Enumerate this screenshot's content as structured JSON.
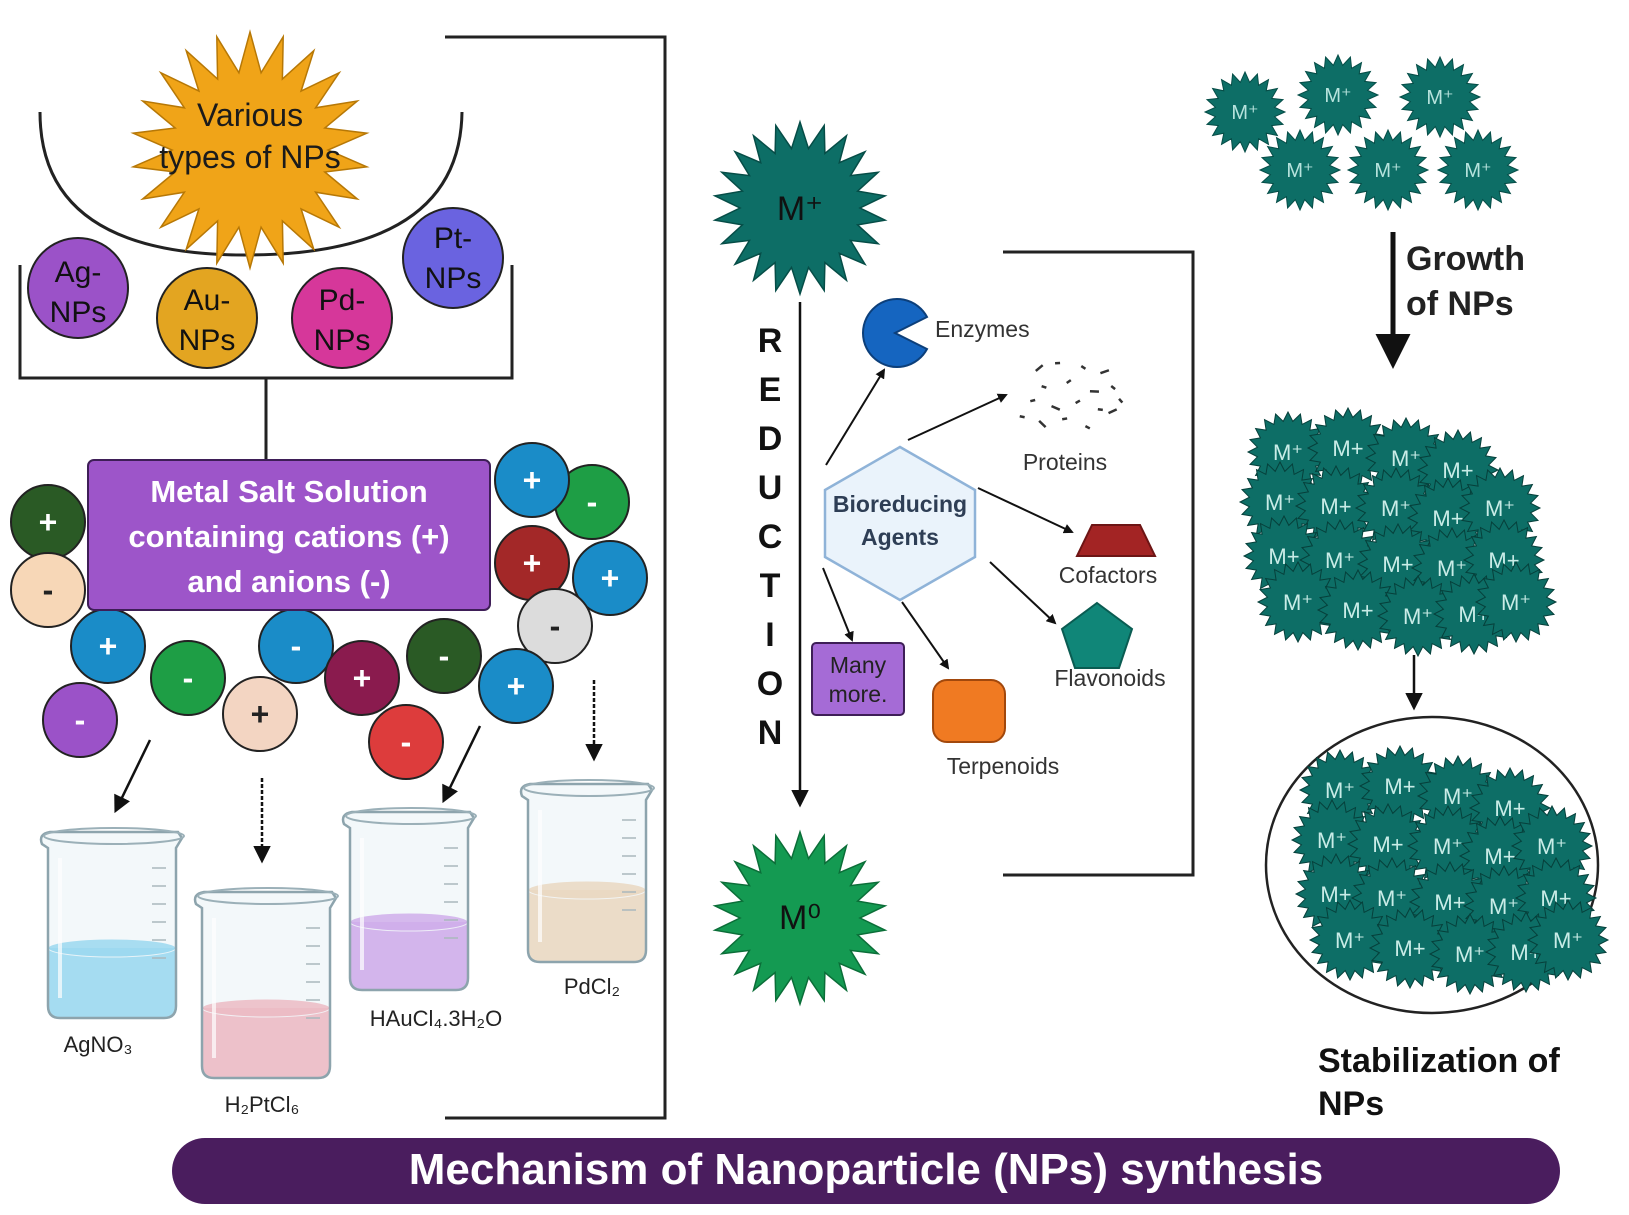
{
  "title": "Mechanism of Nanoparticle (NPs) synthesis",
  "colors": {
    "accent_purple": "#4a1d5e",
    "teal": "#0d6e66",
    "green_star": "#149a52",
    "gold_star": "#f0a418",
    "violet_box": "#9d55c9"
  },
  "center_star": {
    "line1": "Various",
    "line2": "types of NPs"
  },
  "nps": [
    {
      "line1": "Ag-",
      "line2": "NPs",
      "color": "#9b52c8"
    },
    {
      "line1": "Au-",
      "line2": "NPs",
      "color": "#e3a521"
    },
    {
      "line1": "Pd-",
      "line2": "NPs",
      "color": "#d6379a"
    },
    {
      "line1": "Pt-",
      "line2": "NPs",
      "color": "#6a63e0"
    }
  ],
  "salt_box": {
    "line1": "Metal Salt Solution",
    "line2": "containing cations (+)",
    "line3": "and anions (-)"
  },
  "ions": [
    {
      "sign": "+",
      "color": "#2a5a25"
    },
    {
      "sign": "-",
      "color": "#f7d7b7"
    },
    {
      "sign": "+",
      "color": "#1a8cc8"
    },
    {
      "sign": "-",
      "color": "#1e9e45"
    },
    {
      "sign": "+",
      "color": "#a32828"
    },
    {
      "sign": "+",
      "color": "#1a8cc8"
    },
    {
      "sign": "-",
      "color": "#dcdcdc"
    },
    {
      "sign": "+",
      "color": "#1a8cc8"
    },
    {
      "sign": "-",
      "color": "#1e9e45"
    },
    {
      "sign": "-",
      "color": "#9b52c8"
    },
    {
      "sign": "+",
      "color": "#f3d5c2"
    },
    {
      "sign": "-",
      "color": "#1a8cc8"
    },
    {
      "sign": "+",
      "color": "#8a1b4e"
    },
    {
      "sign": "-",
      "color": "#2a5a25"
    },
    {
      "sign": "-",
      "color": "#dd3c3c"
    },
    {
      "sign": "+",
      "color": "#1a8cc8"
    }
  ],
  "beakers": [
    {
      "label": "AgNO₃",
      "fill": "#7ad0f0"
    },
    {
      "label": "H₂PtCl₆",
      "fill": "#f5a2ad"
    },
    {
      "label": "HAuCl₄.3H₂O",
      "fill": "#c98ee8"
    },
    {
      "label": "PdCl₂",
      "fill": "#f2cfaa"
    }
  ],
  "reduction": {
    "letters": [
      "R",
      "E",
      "D",
      "U",
      "C",
      "T",
      "I",
      "O",
      "N"
    ],
    "m_plus": "M⁺",
    "m_zero": "M⁰"
  },
  "bioreducing": {
    "hex_line1": "Bioreducing",
    "hex_line2": "Agents",
    "enzymes": "Enzymes",
    "proteins": "Proteins",
    "cofactors": "Cofactors",
    "flavonoids": "Flavonoids",
    "terpenoids": "Terpenoids",
    "many_line1": "Many",
    "many_line2": "more."
  },
  "growth": {
    "label_line1": "Growth",
    "label_line2": "of NPs",
    "particle_label": "M⁺",
    "cluster_label_a": "M⁺",
    "cluster_label_b": "M+"
  },
  "stabilization": {
    "line1": "Stabilization of",
    "line2": "NPs"
  }
}
